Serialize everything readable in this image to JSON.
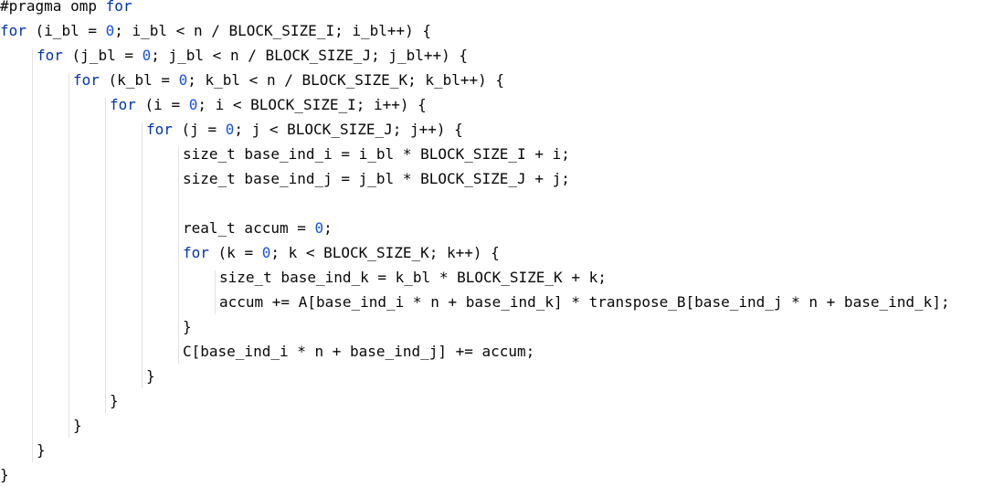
{
  "editor": {
    "lines": [
      {
        "indent": 0,
        "tokens": [
          {
            "t": "pp",
            "v": "#pragma omp "
          },
          {
            "t": "kw",
            "v": "for"
          }
        ]
      },
      {
        "indent": 0,
        "tokens": [
          {
            "t": "kw",
            "v": "for"
          },
          {
            "t": "tx",
            "v": " (i_bl = "
          },
          {
            "t": "num",
            "v": "0"
          },
          {
            "t": "tx",
            "v": "; i_bl < n / BLOCK_SIZE_I; i_bl++) {"
          }
        ]
      },
      {
        "indent": 1,
        "tokens": [
          {
            "t": "kw",
            "v": "for"
          },
          {
            "t": "tx",
            "v": " (j_bl = "
          },
          {
            "t": "num",
            "v": "0"
          },
          {
            "t": "tx",
            "v": "; j_bl < n / BLOCK_SIZE_J; j_bl++) {"
          }
        ]
      },
      {
        "indent": 2,
        "tokens": [
          {
            "t": "kw",
            "v": "for"
          },
          {
            "t": "tx",
            "v": " (k_bl = "
          },
          {
            "t": "num",
            "v": "0"
          },
          {
            "t": "tx",
            "v": "; k_bl < n / BLOCK_SIZE_K; k_bl++) {"
          }
        ]
      },
      {
        "indent": 3,
        "tokens": [
          {
            "t": "kw",
            "v": "for"
          },
          {
            "t": "tx",
            "v": " (i = "
          },
          {
            "t": "num",
            "v": "0"
          },
          {
            "t": "tx",
            "v": "; i < BLOCK_SIZE_I; i++) {"
          }
        ]
      },
      {
        "indent": 4,
        "tokens": [
          {
            "t": "kw",
            "v": "for"
          },
          {
            "t": "tx",
            "v": " (j = "
          },
          {
            "t": "num",
            "v": "0"
          },
          {
            "t": "tx",
            "v": "; j < BLOCK_SIZE_J; j++) {"
          }
        ]
      },
      {
        "indent": 5,
        "tokens": [
          {
            "t": "tx",
            "v": "size_t base_ind_i = i_bl * BLOCK_SIZE_I + i;"
          }
        ]
      },
      {
        "indent": 5,
        "tokens": [
          {
            "t": "tx",
            "v": "size_t base_ind_j = j_bl * BLOCK_SIZE_J + j;"
          }
        ]
      },
      {
        "indent": 5,
        "tokens": []
      },
      {
        "indent": 5,
        "tokens": [
          {
            "t": "tx",
            "v": "real_t accum = "
          },
          {
            "t": "num",
            "v": "0"
          },
          {
            "t": "tx",
            "v": ";"
          }
        ]
      },
      {
        "indent": 5,
        "tokens": [
          {
            "t": "kw",
            "v": "for"
          },
          {
            "t": "tx",
            "v": " (k = "
          },
          {
            "t": "num",
            "v": "0"
          },
          {
            "t": "tx",
            "v": "; k < BLOCK_SIZE_K; k++) {"
          }
        ]
      },
      {
        "indent": 6,
        "tokens": [
          {
            "t": "tx",
            "v": "size_t base_ind_k = k_bl * BLOCK_SIZE_K + k;"
          }
        ]
      },
      {
        "indent": 6,
        "tokens": [
          {
            "t": "tx",
            "v": "accum += A[base_ind_i * n + base_ind_k] * transpose_B[base_ind_j * n + base_ind_k];"
          }
        ]
      },
      {
        "indent": 5,
        "tokens": [
          {
            "t": "tx",
            "v": "}"
          }
        ]
      },
      {
        "indent": 5,
        "tokens": [
          {
            "t": "tx",
            "v": "C[base_ind_i * n + base_ind_j] += accum;"
          }
        ]
      },
      {
        "indent": 4,
        "tokens": [
          {
            "t": "tx",
            "v": "}"
          }
        ]
      },
      {
        "indent": 3,
        "tokens": [
          {
            "t": "tx",
            "v": "}"
          }
        ]
      },
      {
        "indent": 2,
        "tokens": [
          {
            "t": "tx",
            "v": "}"
          }
        ]
      },
      {
        "indent": 1,
        "tokens": [
          {
            "t": "tx",
            "v": "}"
          }
        ]
      },
      {
        "indent": 0,
        "tokens": [
          {
            "t": "tx",
            "v": "}"
          }
        ]
      }
    ],
    "colors": {
      "keyword": "#0033b3",
      "number": "#1750eb",
      "text": "#080808",
      "indent_guide": "#e2e2e2",
      "background": "#ffffff"
    }
  }
}
